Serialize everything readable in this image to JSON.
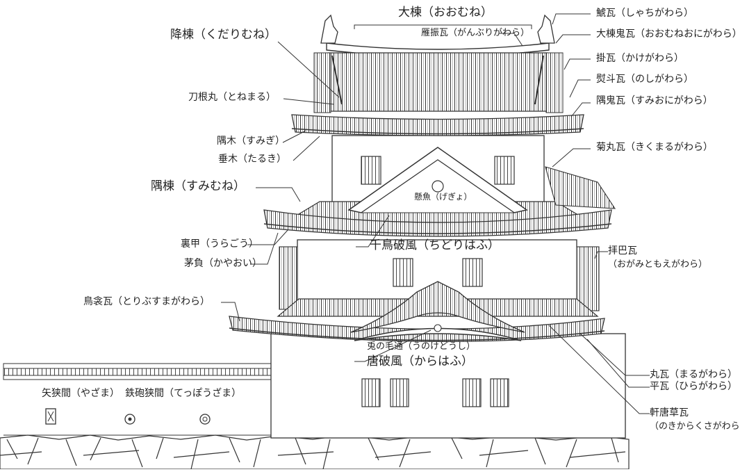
{
  "labels": {
    "oomune": "大棟（おおむね）",
    "shachigawara": "鯱瓦（しゃちがわら）",
    "ganburigawara": "雁振瓦（がんぶりがわら）",
    "oomune_onigawara": "大棟鬼瓦（おおむねおにがわら）",
    "kudarimune": "降棟（くだりむね）",
    "kakegawara": "掛瓦（かけがわら）",
    "noshigawara": "熨斗瓦（のしがわら）",
    "tonemaru": "刀根丸（とねまる）",
    "sumionigawara": "隅鬼瓦（すみおにがわら）",
    "sumigi": "隅木（すみぎ）",
    "taruki": "垂木（たるき）",
    "kikumarugawara": "菊丸瓦（きくまるがわら）",
    "sumimune": "隅棟（すみむね）",
    "gegyo": "懸魚（げぎょ）",
    "uragou": "裏甲（うらごう）",
    "chidorihafu": "千鳥破風（ちどりはふ）",
    "kayaoi": "茅負（かやおい）",
    "ogamitomoegawara_1": "拝巴瓦",
    "ogamitomoegawara_2": "（おがみともえがわら）",
    "toribusumagawara": "鳥衾瓦（とりぶすまがわら）",
    "unokedoushi": "兎の毛通（うのけどうし）",
    "karahafu": "唐破風（からはふ）",
    "marugawara": "丸瓦（まるがわら）",
    "hiragawara": "平瓦（ひらがわら）",
    "yazama": "矢狭間（やざま）",
    "teppouzama": "鉄砲狭間（てっぽうざま）",
    "nokikarakusagawara_1": "軒唐草瓦",
    "nokikarakusagawara_2": "（のきからくさがわら）"
  }
}
